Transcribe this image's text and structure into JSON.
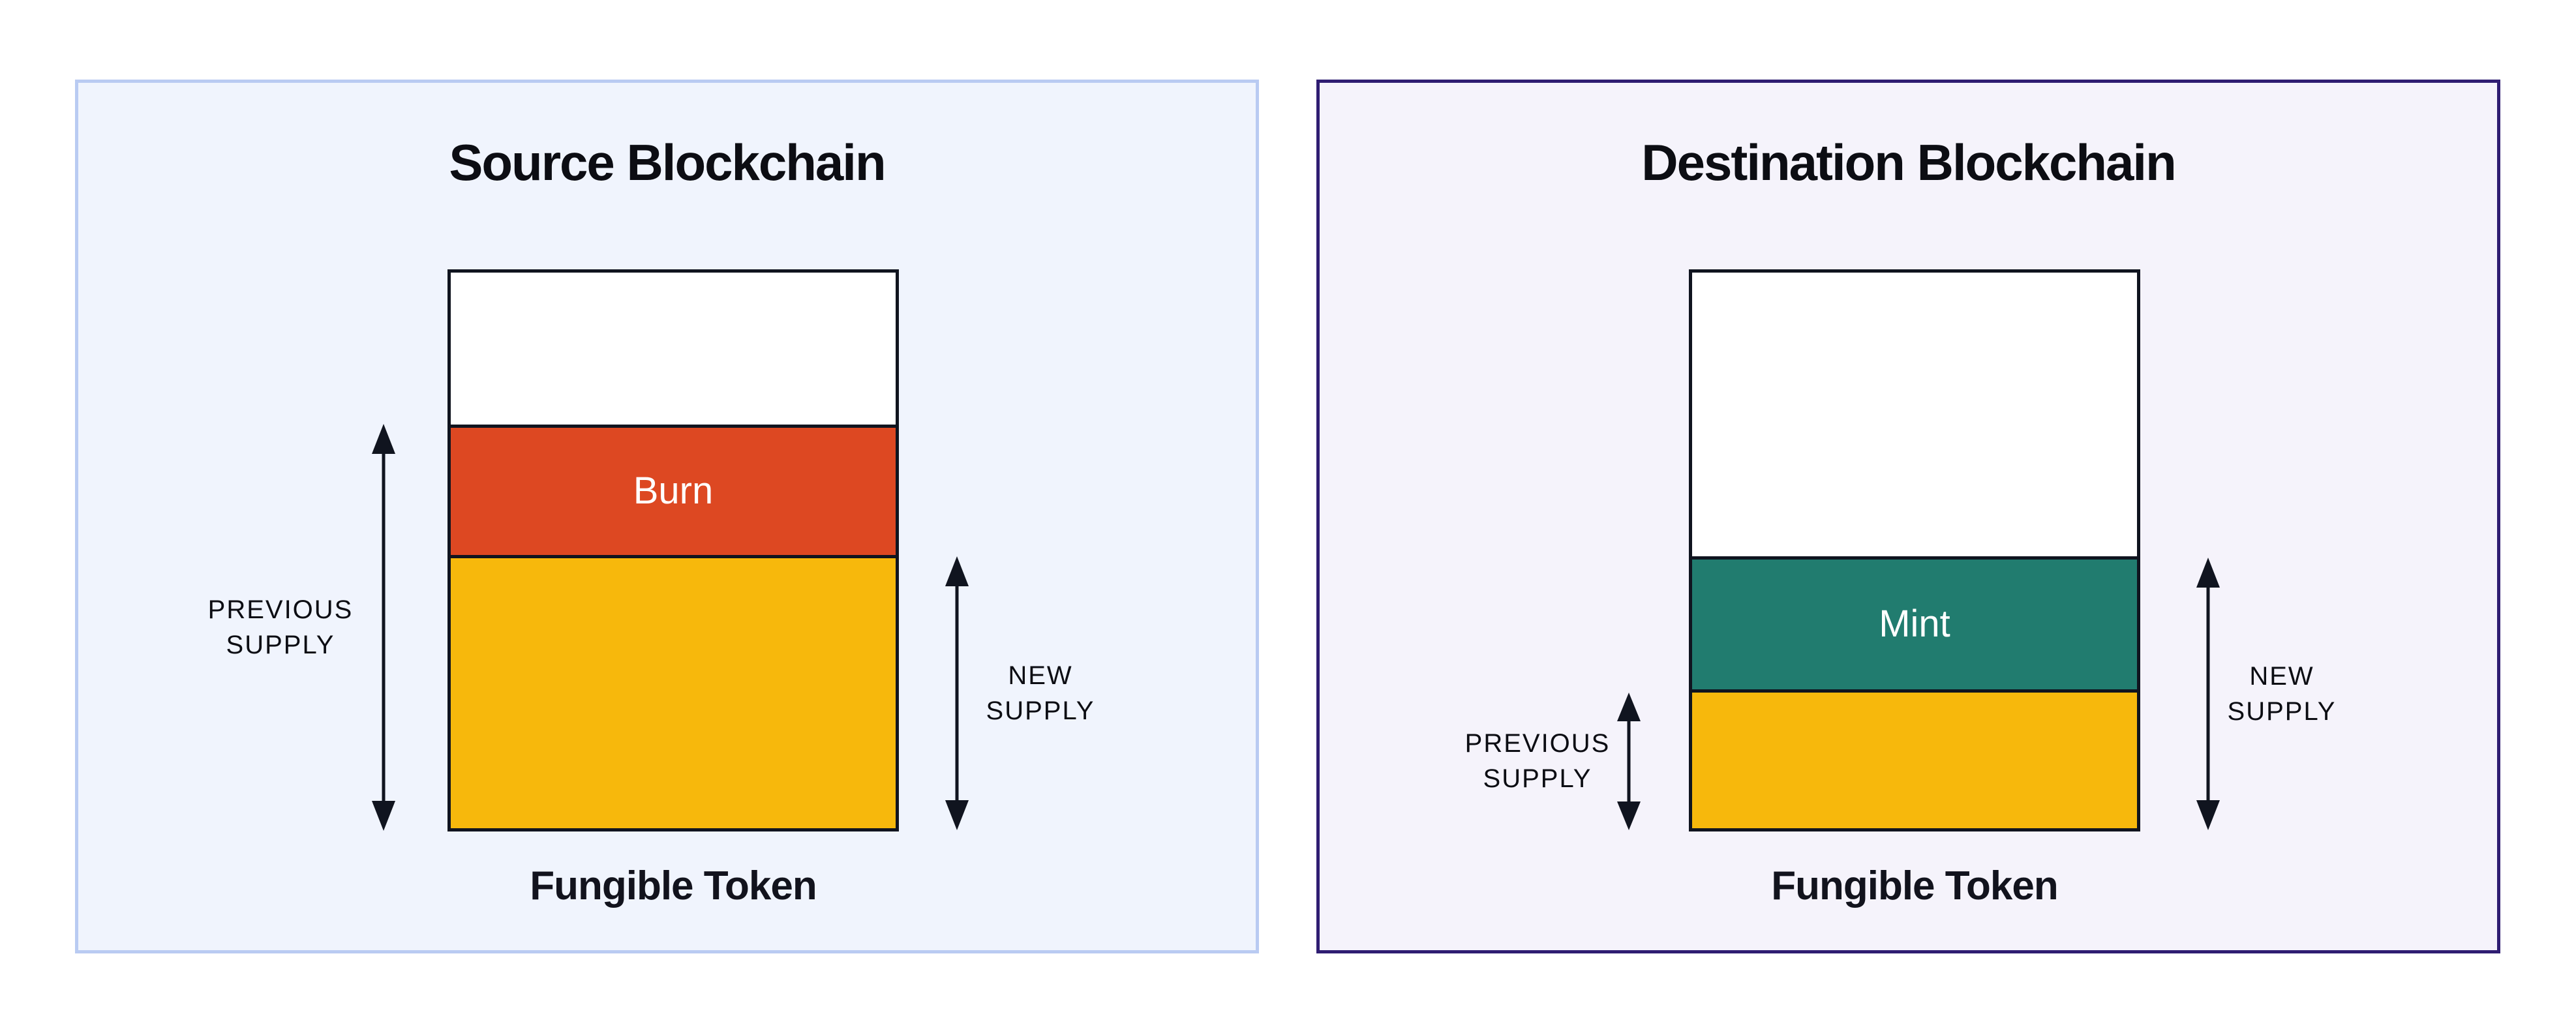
{
  "diagram": {
    "panels": [
      {
        "title": "Source Blockchain",
        "footer_label": "Fungible Token",
        "theme": {
          "bg": "#F0F4FD",
          "border": "#B9CBF2"
        },
        "bar": {
          "border_color": "#10141F",
          "segments": [
            {
              "name": "headroom",
              "label": "",
              "color": "#FFFFFF",
              "height_pct": 27.3
            },
            {
              "name": "burn",
              "label": "Burn",
              "label_color": "#FFFFFF",
              "color": "#DD4822",
              "height_pct": 23.5
            },
            {
              "name": "remaining-supply",
              "label": "",
              "color": "#F7B80C",
              "height_pct": 49.2
            }
          ]
        },
        "annotations": {
          "left": {
            "lines": [
              "PREVIOUS",
              "SUPPLY"
            ]
          },
          "right": {
            "lines": [
              "NEW",
              "SUPPLY"
            ]
          }
        }
      },
      {
        "title": "Destination Blockchain",
        "footer_label": "Fungible Token",
        "theme": {
          "bg": "#F5F3FB",
          "border": "#2F1D72"
        },
        "bar": {
          "border_color": "#10141F",
          "segments": [
            {
              "name": "headroom",
              "label": "",
              "color": "#FFFFFF",
              "height_pct": 51.0
            },
            {
              "name": "mint",
              "label": "Mint",
              "label_color": "#FFFFFF",
              "color": "#217C6F",
              "height_pct": 24.0
            },
            {
              "name": "previous-supply",
              "label": "",
              "color": "#F7B80C",
              "height_pct": 25.0
            }
          ]
        },
        "annotations": {
          "left": {
            "lines": [
              "PREVIOUS",
              "SUPPLY"
            ]
          },
          "right": {
            "lines": [
              "NEW",
              "SUPPLY"
            ]
          }
        }
      }
    ],
    "ink_color": "#10141F"
  }
}
